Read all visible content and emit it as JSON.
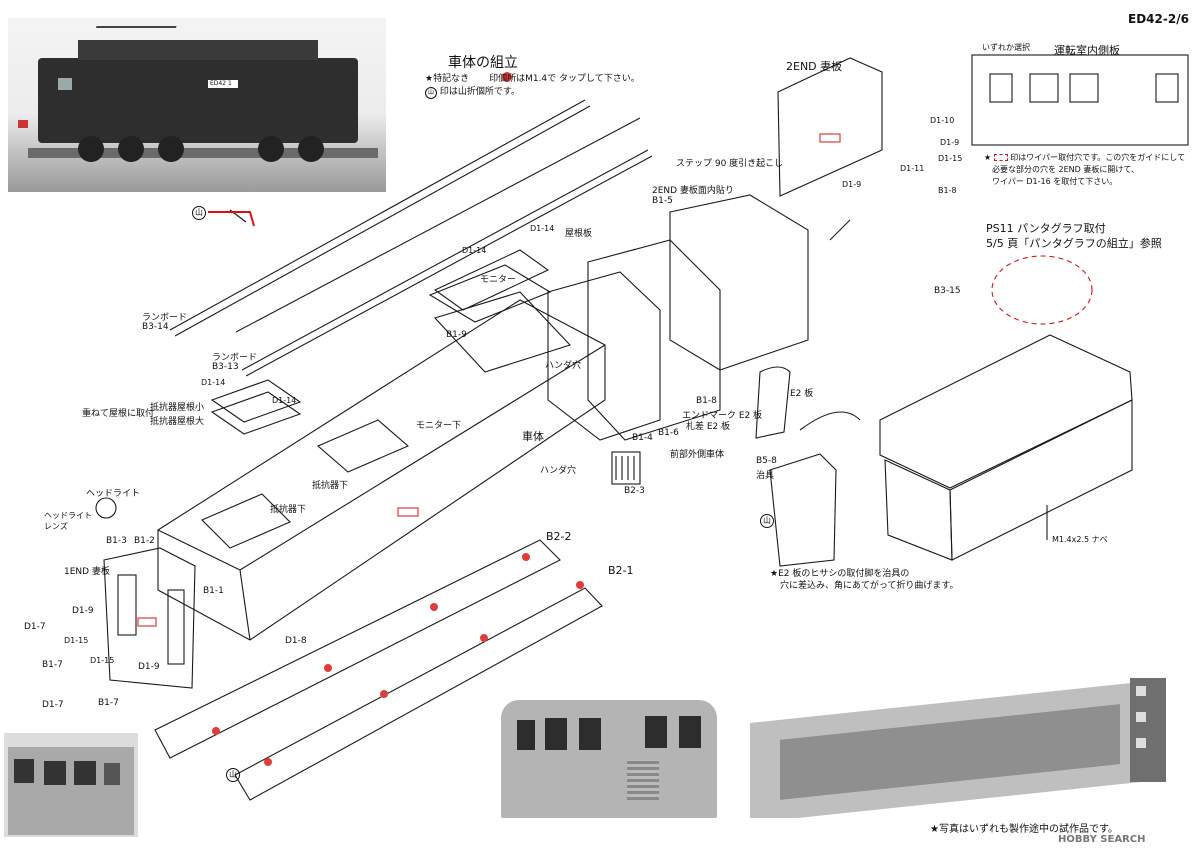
{
  "header": {
    "page_id": "ED42-2/6",
    "title": "車体の組立",
    "note_line1_a": "★特記なき",
    "note_line1_b": "印個所はM1.4で タップして下さい。",
    "note_line2": "印は山折個所です。",
    "mountain_mark": "山"
  },
  "labels": {
    "runboard_1": "ランボード",
    "runboard_1_code": "B3-14",
    "runboard_2": "ランボード",
    "runboard_2_code": "B3-13",
    "d1_14_a": "D1-14",
    "d1_14_b": "D1-14",
    "d1_14_c": "D1-14",
    "d1_14_d": "D1-14",
    "monitor": "モニター",
    "b1_9": "B1-9",
    "yaneban": "屋根板",
    "handa_hole_1": "ハンダ穴",
    "handa_hole_2": "ハンダ穴",
    "monitor_bottom": "モニター下",
    "resistor_note": "重ねて屋根に取付",
    "resistor_small": "抵抗器屋根小",
    "resistor_large": "抵抗器屋根大",
    "resistor_bottom_1": "抵抗器下",
    "resistor_bottom_2": "抵抗器下",
    "body": "車体",
    "headlight": "ヘッドライト",
    "headlight_lens_1": "ヘッドライト",
    "headlight_lens_2": "レンズ",
    "end1_plate": "1END 妻板",
    "b1_3": "B1-3",
    "b1_2": "B1-2",
    "b1_1": "B1-1",
    "b1_6": "B1-6",
    "b1_4": "B1-4",
    "b1_5": "B1-5",
    "b1_8": "B1-8",
    "d1_8": "D1-8",
    "d1_7_a": "D1-7",
    "d1_7_b": "D1-7",
    "d1_9_a": "D1-9",
    "d1_9_b": "D1-9",
    "d1_15_a": "D1-15",
    "d1_15_b": "D1-15",
    "b1_7_a": "B1-7",
    "b1_7_b": "B1-7",
    "b2_2": "B2-2",
    "b2_1": "B2-1",
    "b2_3": "B2-3",
    "step_90": "ステップ 90 度引き起こし",
    "end2_inner": "2END 妻板面内貼り",
    "end2_plate": "2END 妻板",
    "front_outer": "前部外側車体",
    "endmark_e2": "エンドマーク E2 板",
    "fuda_e2": "札差 E2 板",
    "e2_plate": "E2 板",
    "b5_8": "B5-8",
    "jig": "治具",
    "d1_10": "D1-10",
    "d1_9_c": "D1-9",
    "d1_9_d": "D1-9",
    "d1_15_c": "D1-15",
    "d1_11": "D1-11",
    "b1_8_c": "B1-8",
    "ikazure": "いずれか選択",
    "cab_inner": "運転室内側板",
    "wiper_note_1": "★",
    "wiper_note_2": "印はワイパー取付穴です。この穴をガイドにして",
    "wiper_note_3": "必要な部分の穴を 2END 妻板に開けて、",
    "wiper_note_4": "ワイパー D1-16 を取付て下さい。",
    "pantograph_1": "PS11 パンタグラフ取付",
    "pantograph_2": "5/5 頁「パンタグラフの組立」参照",
    "b3_15": "B3-15",
    "screw": "M1.4x2.5 ナベ",
    "e2_note_1": "★E2 板のヒサシの取付脚を治具の",
    "e2_note_2": "穴に差込み、角にあてがって折り曲げます。",
    "photo_note": "★写真はいずれも製作途中の試作品です。",
    "watermark": "HOBBY SEARCH",
    "plate_text": "ED42 1",
    "mountain_a": "山",
    "mountain_b": "山",
    "mountain_c": "山"
  },
  "colors": {
    "accent_red": "#e23b3b",
    "line": "#1a1a1a",
    "photo_bg": "#d6d6d6"
  }
}
